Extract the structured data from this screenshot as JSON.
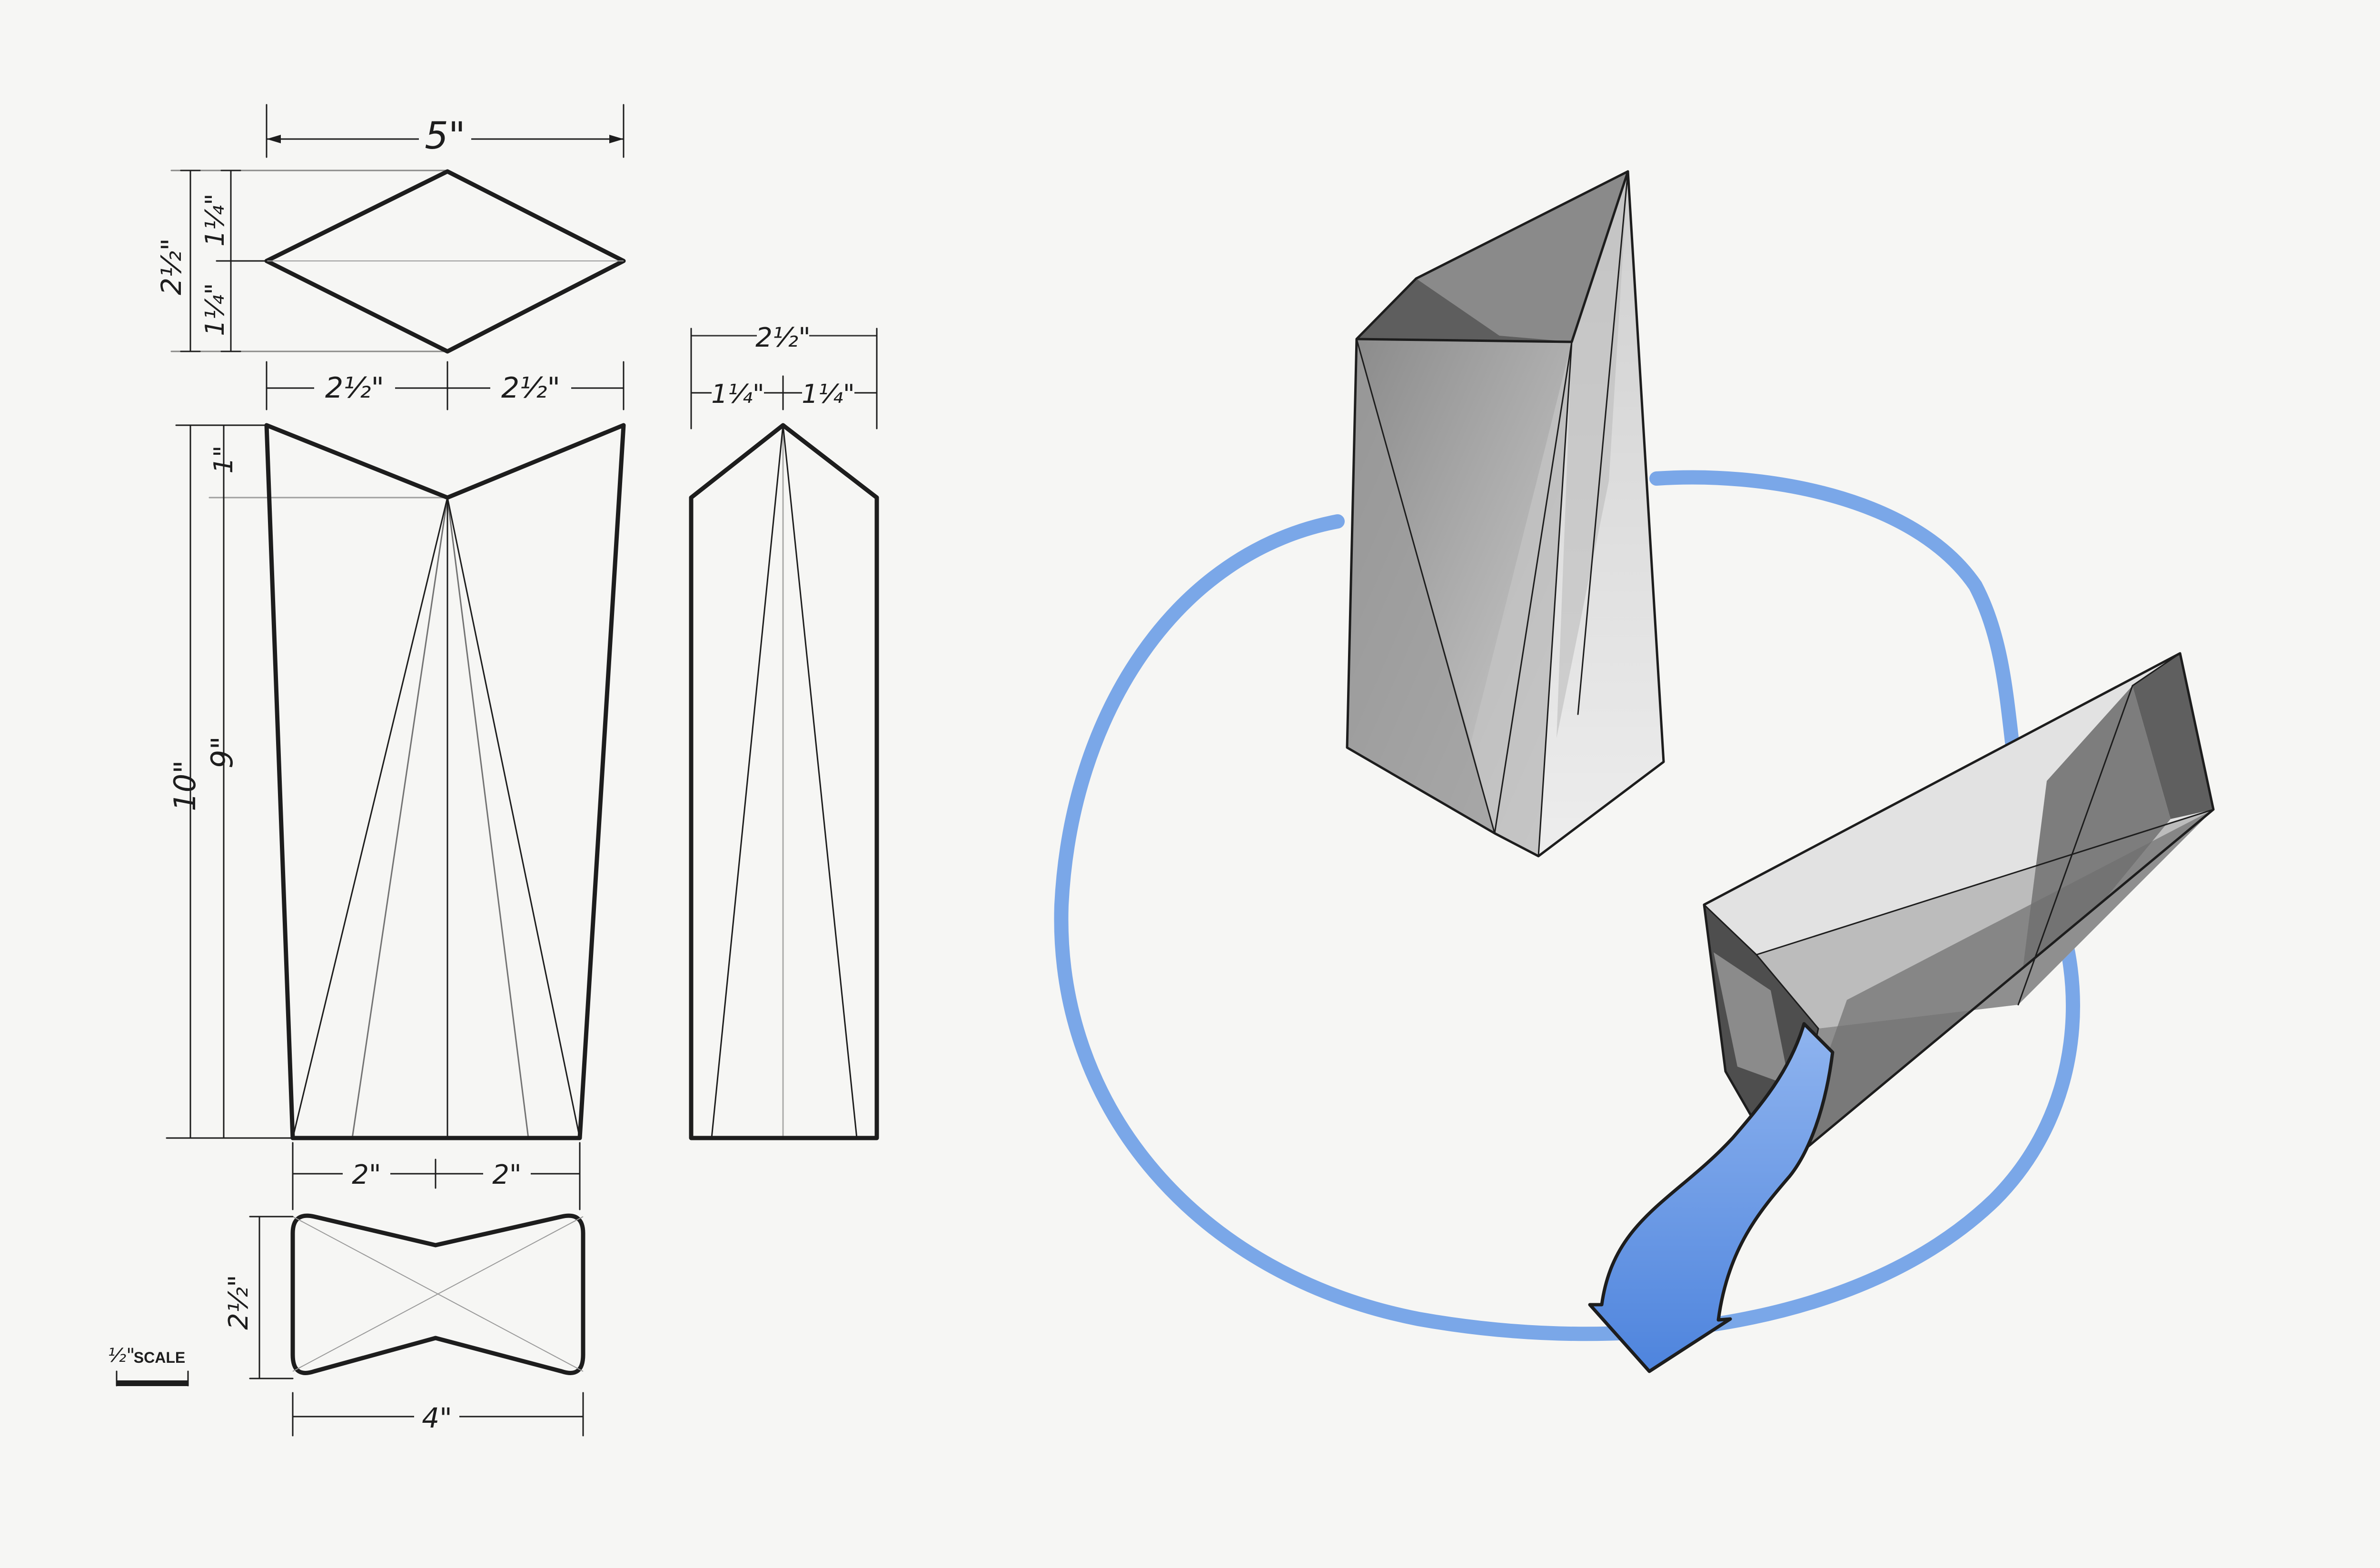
{
  "colors": {
    "paper": "#f6f6f4",
    "ink": "#1d1d1d",
    "accent_blue": "#6f9fe6",
    "marker_gray_dark": "#6e6e6e",
    "marker_gray_mid": "#a4a4a4",
    "marker_gray_light": "#d7d7d7"
  },
  "orthographic": {
    "top_view": {
      "width_total": "5\"",
      "height_total": "2½\"",
      "height_upper": "1¼\"",
      "height_lower": "1¼\"",
      "width_left": "2½\"",
      "width_right": "2½\""
    },
    "front_view": {
      "height_total": "10\"",
      "height_notch": "1\"",
      "height_body": "9\""
    },
    "side_view": {
      "width_total": "2½\"",
      "width_left": "1¼\"",
      "width_right": "1¼\""
    },
    "bottom_view": {
      "width_left": "2\"",
      "width_right": "2\"",
      "height": "2½\"",
      "width_total": "4\""
    },
    "scale_note": {
      "value": "½\"",
      "label": "SCALE"
    }
  },
  "perspective": {
    "ellipse_icon": "blue-ellipse",
    "upright_vase_icon": "upright-folded-vase",
    "pouring_vase_icon": "tipped-pouring-vase",
    "pour_stream_icon": "blue-pour-arrow"
  }
}
